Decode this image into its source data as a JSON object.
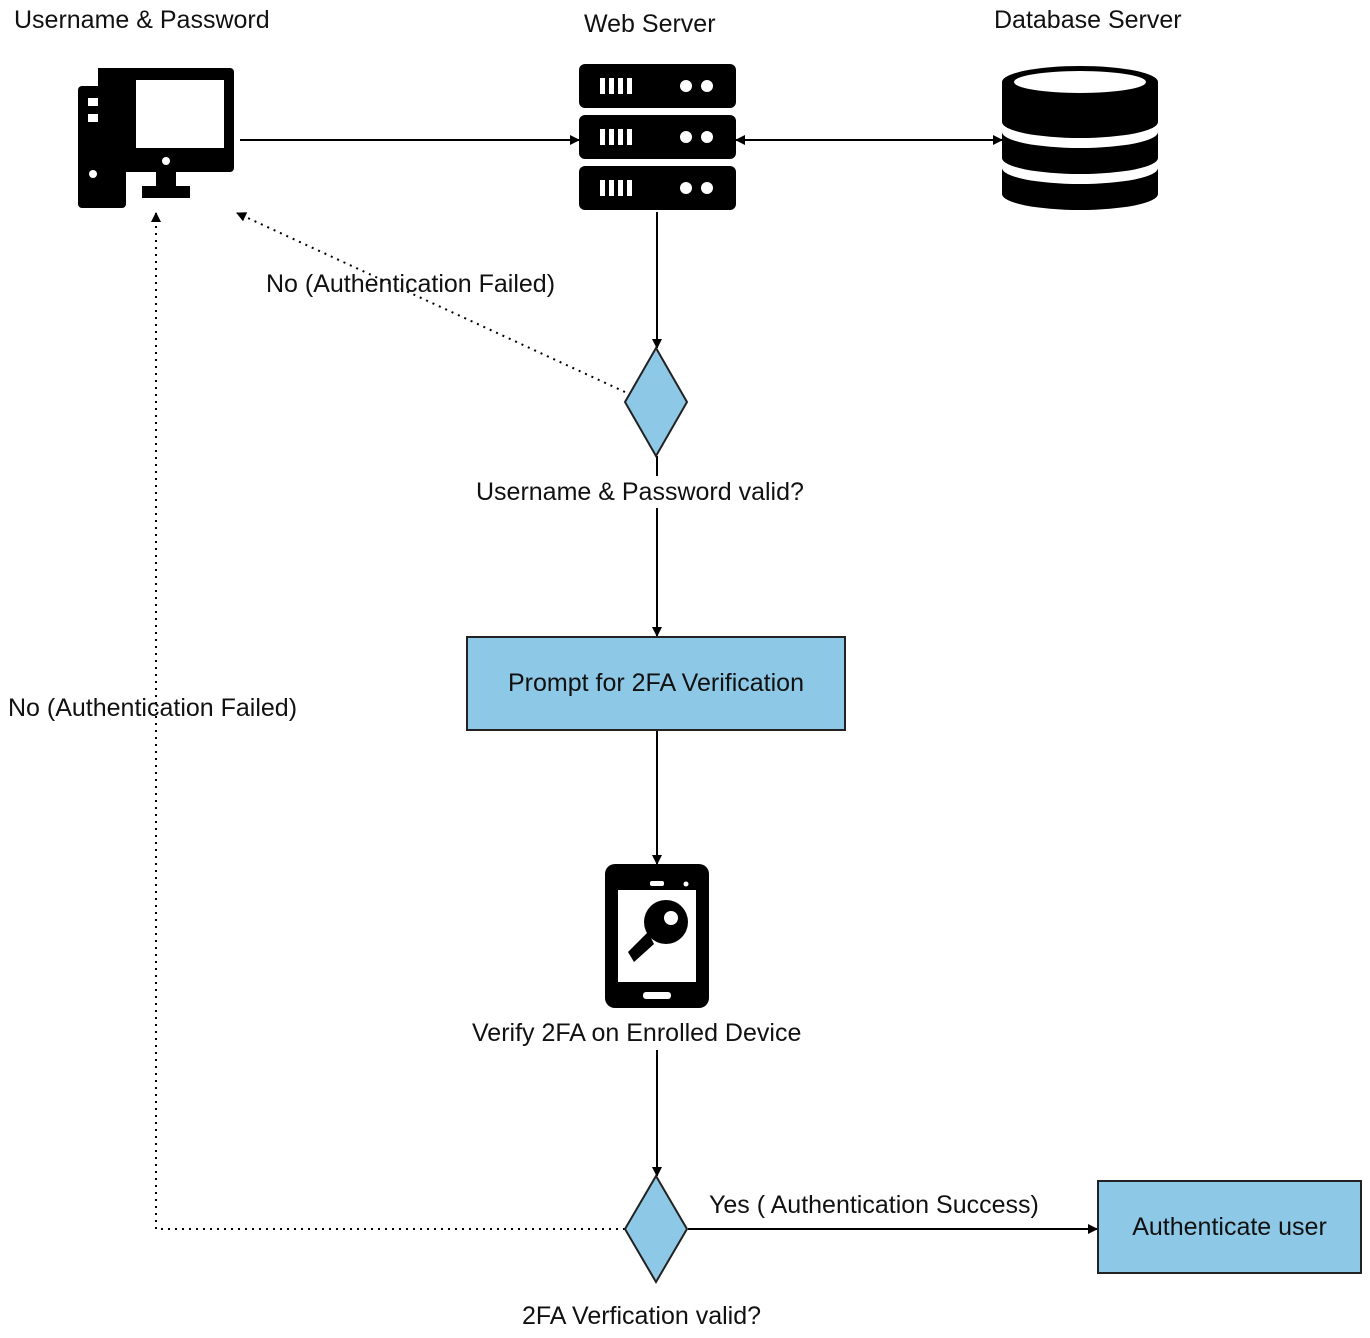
{
  "colors": {
    "shape_fill": "#8DC8E6",
    "line": "#000000",
    "icon": "#000000"
  },
  "nodes": {
    "computer": {
      "label": "Username & Password",
      "icon": "desktop-computer-icon"
    },
    "web_server": {
      "label": "Web Server",
      "icon": "server-rack-icon"
    },
    "database": {
      "label": "Database Server",
      "icon": "database-icon"
    },
    "decision_credentials": {
      "label": "Username & Password valid?"
    },
    "prompt_2fa": {
      "label": "Prompt for 2FA Verification"
    },
    "device": {
      "label": "Verify 2FA on Enrolled Device",
      "icon": "phone-key-icon"
    },
    "decision_2fa": {
      "label": "2FA Verfication valid?"
    },
    "authenticate": {
      "label": "Authenticate user"
    }
  },
  "edges": {
    "fail_credentials": "No (Authentication Failed)",
    "fail_2fa": "No (Authentication Failed)",
    "success": "Yes ( Authentication Success)"
  }
}
